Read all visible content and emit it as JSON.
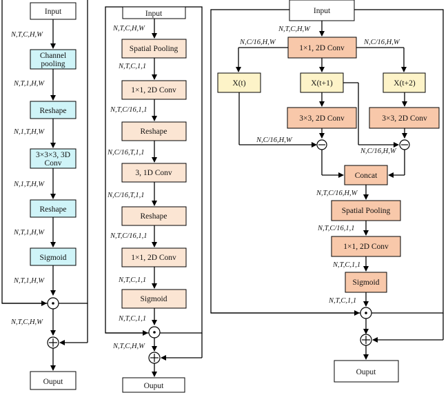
{
  "colors": {
    "cyan_fill": "#cff4f8",
    "peach_fill": "#fbe5d3",
    "salmon_fill": "#f8c8aa",
    "cream_fill": "#fdf3c8",
    "white_fill": "#ffffff",
    "stroke": "#000000"
  },
  "operators": {
    "multiply": "⊙",
    "add": "⊕",
    "subtract": "⊖"
  },
  "panel1": {
    "input": "Input",
    "channel_pooling_l1": "Channel",
    "channel_pooling_l2": "pooling",
    "reshape1": "Reshape",
    "conv3d_l1": "3×3×3, 3D",
    "conv3d_l2": "Conv",
    "reshape2": "Reshape",
    "sigmoid": "Sigmoid",
    "output": "Ouput",
    "dims": [
      "N,T,C,H,W",
      "N,T,1,H,W",
      "N,1,T,H,W",
      "N,1,T,H,W",
      "N,T,1,H,W",
      "N,T,1,H,W",
      "N,T,C,H,W"
    ]
  },
  "panel2": {
    "input": "Input",
    "spatial_pooling": "Spatial Pooling",
    "conv2d_a": "1×1, 2D Conv",
    "reshape1": "Reshape",
    "conv1d": "3,  1D Conv",
    "reshape2": "Reshape",
    "conv2d_b": "1×1, 2D Conv",
    "sigmoid": "Sigmoid",
    "output": "Ouput",
    "dims": [
      "N,T,C,H,W",
      "N,T,C,1,1",
      "N,T,C/16,1,1",
      "N,C/16,T,1,1",
      "N,C/16,T,1,1",
      "N,T,C/16,1,1",
      "N,T,C,1,1",
      "N,T,C,1,1",
      "N,T,C,H,W"
    ]
  },
  "panel3": {
    "input": "Input",
    "conv2d_top": "1×1, 2D Conv",
    "xt": "X(t)",
    "xt1": "X(t+1)",
    "xt2": "X(t+2)",
    "conv3x3_a": "3×3,  2D Conv",
    "conv3x3_b": "3×3,  2D Conv",
    "concat": "Concat",
    "spatial_pooling": "Spatial Pooling",
    "conv2d_bottom": "1×1, 2D Conv",
    "sigmoid": "Sigmoid",
    "output": "Ouput",
    "dims": {
      "input_out": "N,T,C,H,W",
      "left_branch": "N,C/16,H,W",
      "right_branch": "N,C/16,H,W",
      "sub1_in": "N,C/16,H,W",
      "sub2_in": "N,C/16,H,W",
      "concat_out": "N,T,C/16,H,W",
      "pool_out": "N,T,C/16,1,1",
      "conv_out": "N,T,C,1,1",
      "sigmoid_out": "N,T,C,1,1"
    }
  }
}
